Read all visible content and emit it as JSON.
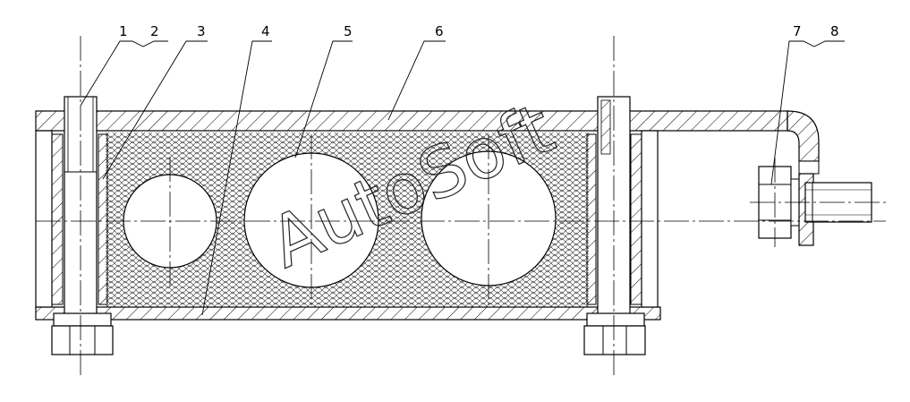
{
  "callouts": [
    {
      "id": "1",
      "label": "1"
    },
    {
      "id": "2",
      "label": "2"
    },
    {
      "id": "3",
      "label": "3"
    },
    {
      "id": "4",
      "label": "4"
    },
    {
      "id": "5",
      "label": "5"
    },
    {
      "id": "6",
      "label": "6"
    },
    {
      "id": "7",
      "label": "7"
    },
    {
      "id": "8",
      "label": "8"
    }
  ],
  "watermark": "AutoSoft"
}
